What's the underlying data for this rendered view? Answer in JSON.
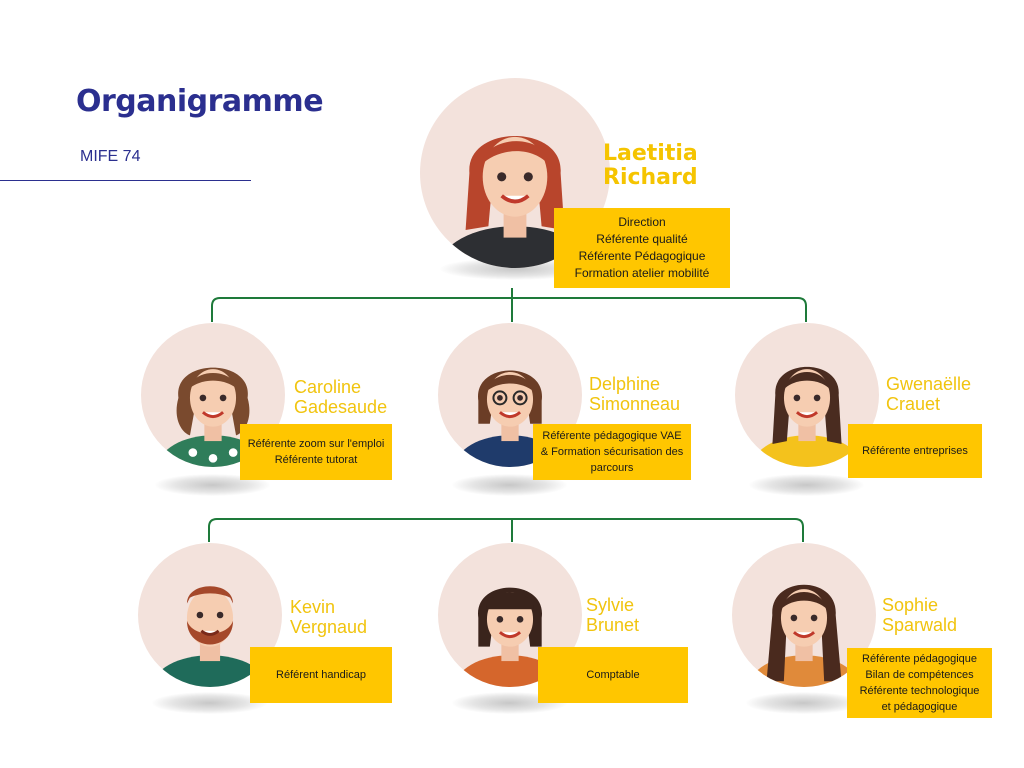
{
  "header": {
    "title": "Organigramme",
    "subtitle": "MIFE 74"
  },
  "colors": {
    "title": "#2b2f8f",
    "name": "#f1c40f",
    "role_bg": "#ffc600",
    "connector": "#1e7a3a"
  },
  "director": {
    "first_name": "Laetitia",
    "last_name": "Richard",
    "roles": [
      "Direction",
      "Référente qualité",
      "Référente Pédagogique",
      "Formation atelier mobilité"
    ]
  },
  "row1": [
    {
      "first_name": "Caroline",
      "last_name": "Gadesaude",
      "roles": [
        "Référente zoom sur l'emploi",
        "Référente tutorat"
      ]
    },
    {
      "first_name": "Delphine",
      "last_name": "Simonneau",
      "roles": [
        "Référente pédagogique VAE",
        "& Formation sécurisation des",
        "parcours"
      ]
    },
    {
      "first_name": "Gwenaëlle",
      "last_name": "Crauet",
      "roles": [
        "Référente entreprises"
      ]
    }
  ],
  "row2": [
    {
      "first_name": "Kevin",
      "last_name": "Vergnaud",
      "roles": [
        "Référent handicap"
      ]
    },
    {
      "first_name": "Sylvie",
      "last_name": "Brunet",
      "roles": [
        "Comptable"
      ]
    },
    {
      "first_name": "Sophie",
      "last_name": "Sparwald",
      "roles": [
        "Référente pédagogique",
        "Bilan de compétences",
        "Référente technologique",
        "et pédagogique"
      ]
    }
  ]
}
